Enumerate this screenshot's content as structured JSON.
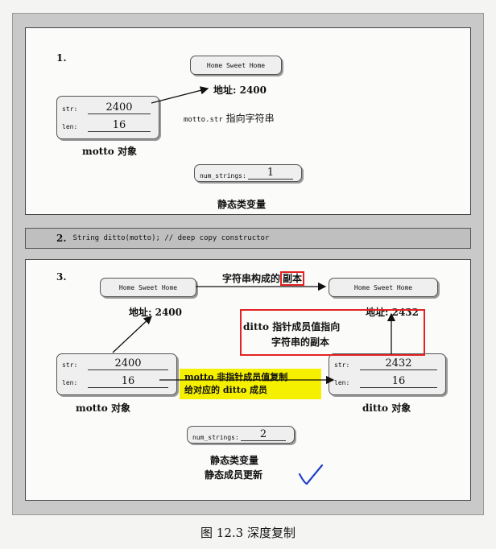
{
  "panel1": {
    "number": "1.",
    "string_box": "Home Sweet Home",
    "address_label": "地址: 2400",
    "object": {
      "str_key": "str:",
      "str_value": "2400",
      "len_key": "len:",
      "len_value": "16",
      "label": "motto 对象"
    },
    "pointer_note_code": "motto.str",
    "pointer_note_text": " 指向字符串",
    "static": {
      "key": "num_strings:",
      "value": "1",
      "label": "静态类变量"
    }
  },
  "panel2": {
    "number": "2.",
    "code": "String ditto(motto); // deep copy constructor"
  },
  "panel3": {
    "number": "3.",
    "copy_title_prefix": "字符串构成的",
    "copy_title_boxed": "副本",
    "string_box_left": "Home Sweet Home",
    "string_box_right": "Home Sweet Home",
    "address_left": "地址: 2400",
    "address_right": "地址: 2432",
    "motto": {
      "str_key": "str:",
      "str_value": "2400",
      "len_key": "len:",
      "len_value": "16",
      "label": "motto 对象"
    },
    "ditto": {
      "str_key": "str:",
      "str_value": "2432",
      "len_key": "len:",
      "len_value": "16",
      "label": "ditto 对象"
    },
    "note_line1": "ditto 指针成员值指向",
    "note_line2": "字符串的副本",
    "yellow_line1": "motto 非指针成员值复制",
    "yellow_line2": "给对应的 ditto 成员",
    "static": {
      "key": "num_strings:",
      "value": "2",
      "label": "静态类变量"
    },
    "static_updated": "静态成员更新",
    "checkmark": "check-mark"
  },
  "caption": "图 12.3  深度复制",
  "colors": {
    "annotation_red": "#e32222",
    "highlight_yellow": "#f4f000",
    "checkmark_blue": "#2140c8"
  }
}
